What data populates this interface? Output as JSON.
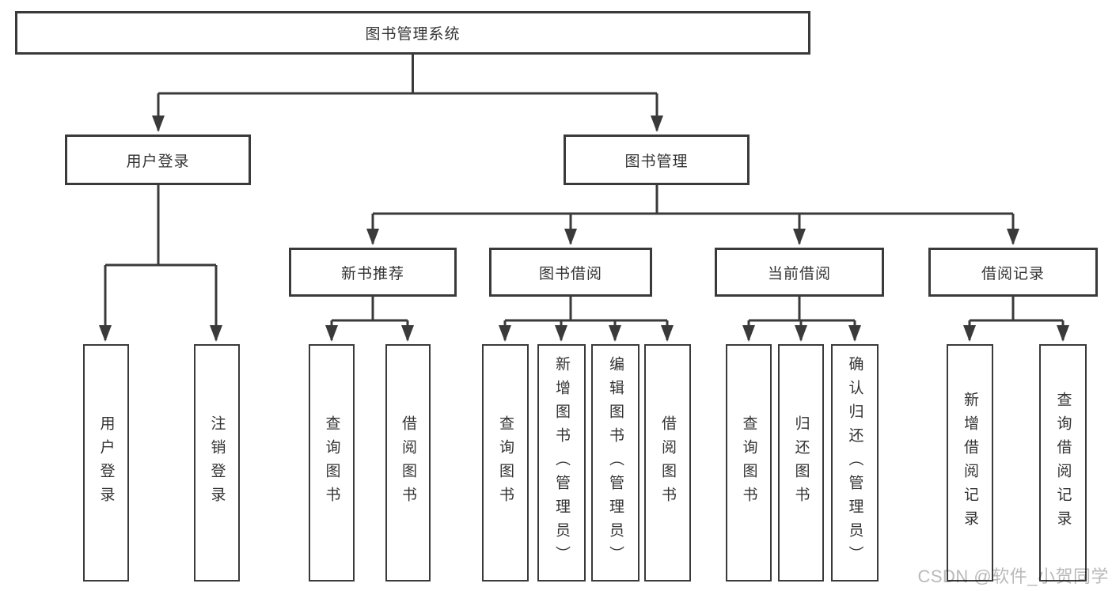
{
  "diagram": {
    "tree": {
      "label": "图书管理系统",
      "children": [
        {
          "label": "用户登录",
          "children": [
            {
              "label": "用户登录"
            },
            {
              "label": "注销登录"
            }
          ]
        },
        {
          "label": "图书管理",
          "children": [
            {
              "label": "新书推荐",
              "children": [
                {
                  "label": "查询图书"
                },
                {
                  "label": "借阅图书"
                }
              ]
            },
            {
              "label": "图书借阅",
              "children": [
                {
                  "label": "查询图书"
                },
                {
                  "label": "新增图书（管理员）"
                },
                {
                  "label": "编辑图书（管理员）"
                },
                {
                  "label": "借阅图书"
                }
              ]
            },
            {
              "label": "当前借阅",
              "children": [
                {
                  "label": "查询图书"
                },
                {
                  "label": "归还图书"
                },
                {
                  "label": "确认归还（管理员）"
                }
              ]
            },
            {
              "label": "借阅记录",
              "children": [
                {
                  "label": "新增借阅记录"
                },
                {
                  "label": "查询借阅记录"
                }
              ]
            }
          ]
        }
      ]
    },
    "colors": {
      "line": "#3a3a3a",
      "text": "#333333",
      "box_background": "#ffffff",
      "watermark": "#b9b9b9"
    }
  },
  "watermark": {
    "text": "CSDN @软件_小贺同学"
  }
}
